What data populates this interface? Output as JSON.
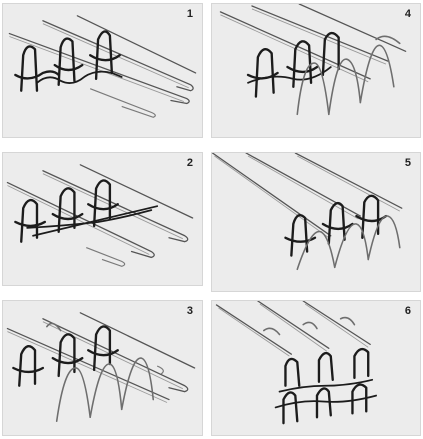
{
  "panels": [
    {
      "id": "p1",
      "number": "1"
    },
    {
      "id": "p2",
      "number": "2"
    },
    {
      "id": "p3",
      "number": "3"
    },
    {
      "id": "p4",
      "number": "4"
    },
    {
      "id": "p5",
      "number": "5"
    },
    {
      "id": "p6",
      "number": "6"
    }
  ]
}
